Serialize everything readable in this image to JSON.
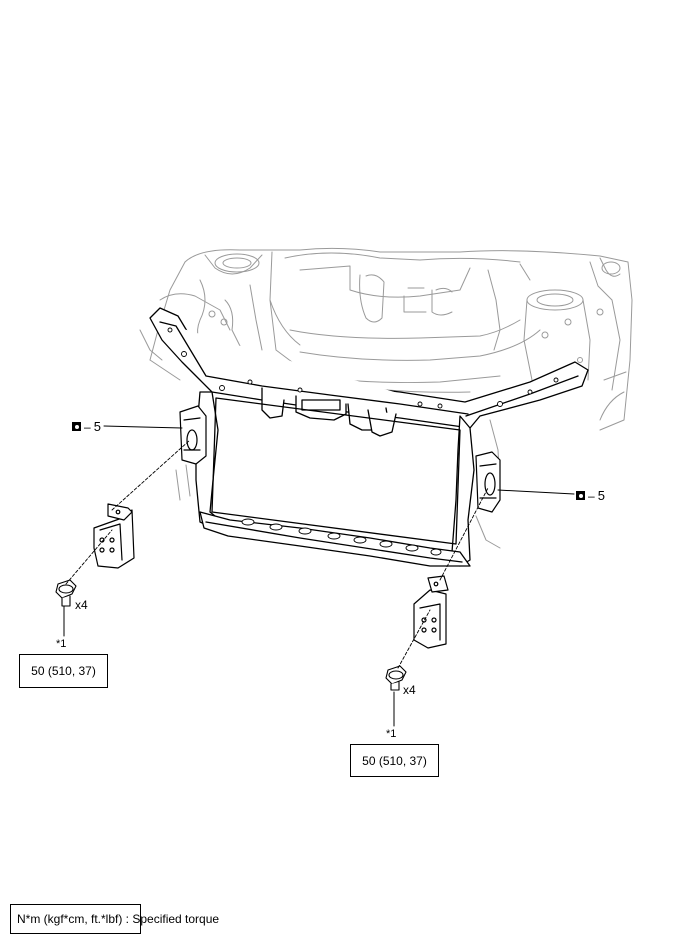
{
  "part_refs": [
    {
      "icon": "non-reusable-part-icon",
      "number": "5"
    },
    {
      "icon": "non-reusable-part-icon",
      "number": "5"
    }
  ],
  "callouts": {
    "left_qty": "x4",
    "left_star": "*1",
    "right_qty": "x4",
    "right_star": "*1"
  },
  "torque": {
    "left": "50 (510, 37)",
    "right": "50 (510, 37)"
  },
  "legend": {
    "text": "N*m (kgf*cm, ft.*lbf) : Specified torque"
  }
}
